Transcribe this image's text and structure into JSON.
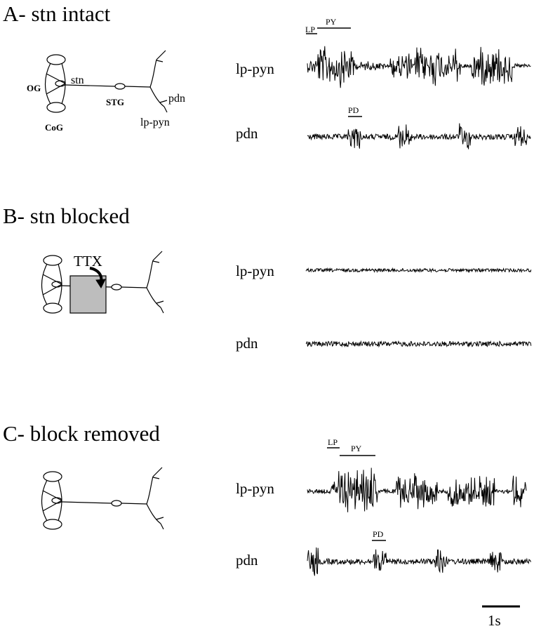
{
  "panels": {
    "A": {
      "title": "A- stn intact",
      "diagram_labels": {
        "og": "OG",
        "cog": "CoG",
        "stn": "stn",
        "stg": "STG",
        "pdn": "pdn",
        "lp_pyn": "lp-pyn"
      },
      "trace1": {
        "label": "lp-pyn",
        "markers": {
          "lp": "LP",
          "py": "PY"
        }
      },
      "trace2": {
        "label": "pdn",
        "markers": {
          "pd": "PD"
        }
      }
    },
    "B": {
      "title": "B- stn blocked",
      "ttx_label": "TTX",
      "trace1": {
        "label": "lp-pyn"
      },
      "trace2": {
        "label": "pdn"
      }
    },
    "C": {
      "title": "C- block removed",
      "trace1": {
        "label": "lp-pyn",
        "markers": {
          "lp": "LP",
          "py": "PY"
        }
      },
      "trace2": {
        "label": "pdn",
        "markers": {
          "pd": "PD"
        }
      }
    }
  },
  "scale_bar": {
    "label": "1s"
  },
  "colors": {
    "ink": "#000000",
    "block_fill": "#bdbdbd"
  }
}
